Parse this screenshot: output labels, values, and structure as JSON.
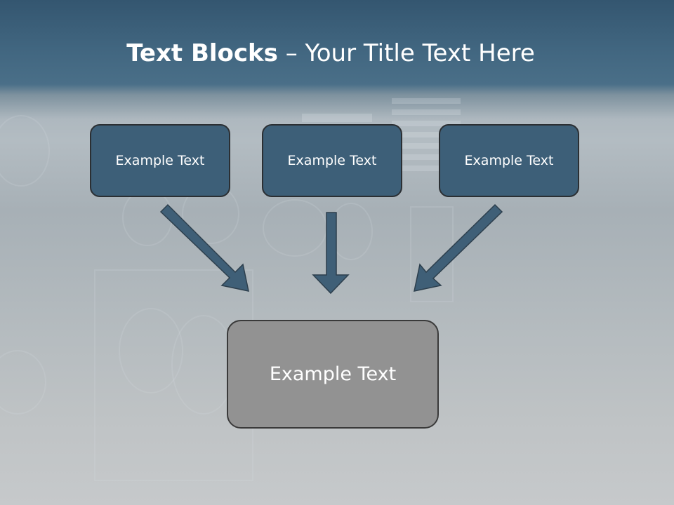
{
  "title": {
    "bold": "Text Blocks",
    "rest": " – Your Title Text Here"
  },
  "boxes": [
    {
      "label": "Example Text"
    },
    {
      "label": "Example Text"
    },
    {
      "label": "Example Text"
    }
  ],
  "target_box": {
    "label": "Example Text"
  },
  "colors": {
    "box_fill": "#3d5f78",
    "box_border": "#2b2f33",
    "target_fill": "#929292",
    "arrow_fill": "#3f5f77",
    "title_text": "#ffffff"
  },
  "icons": [
    "arrow-down-right-icon",
    "arrow-down-icon",
    "arrow-down-left-icon"
  ]
}
